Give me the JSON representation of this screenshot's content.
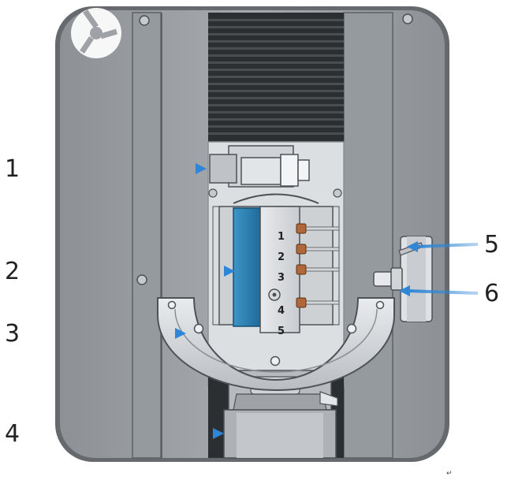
{
  "callouts": [
    {
      "label": "1"
    },
    {
      "label": "2"
    },
    {
      "label": "3"
    },
    {
      "label": "4"
    },
    {
      "label": "5"
    },
    {
      "label": "6"
    }
  ],
  "slot_numbers": [
    "1",
    "2",
    "3",
    "4",
    "5"
  ],
  "corner_mark": "↵",
  "colors": {
    "housing": "#9ea2a6",
    "housing_dark": "#6e7276",
    "arrow": "#2f86d6",
    "sample_holder_blue": "#2b7fb0",
    "copper_pins": "#b0673a"
  }
}
